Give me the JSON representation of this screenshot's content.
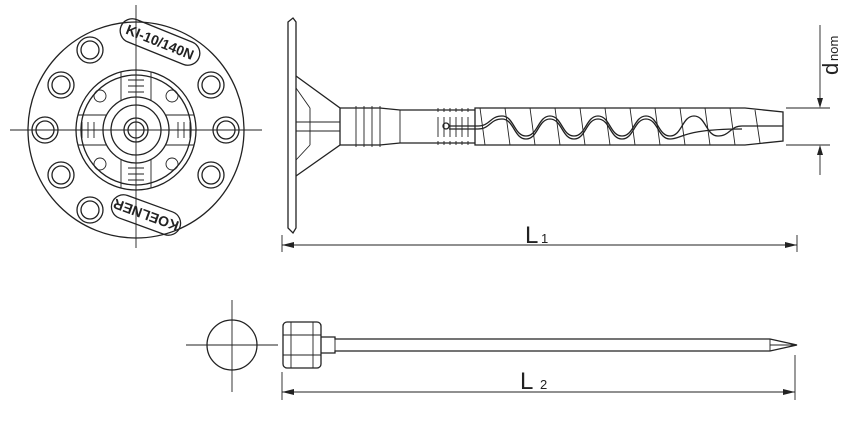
{
  "disc": {
    "model_label": "KI-10/140N",
    "brand_label": "KOELNER"
  },
  "dimensions": {
    "l1": {
      "letter": "L",
      "sub": "1"
    },
    "l2": {
      "letter": "L",
      "sub": "2"
    },
    "dnom": {
      "letter": "d",
      "sub": "nom"
    }
  },
  "colors": {
    "line": "#222222",
    "background": "#ffffff"
  }
}
